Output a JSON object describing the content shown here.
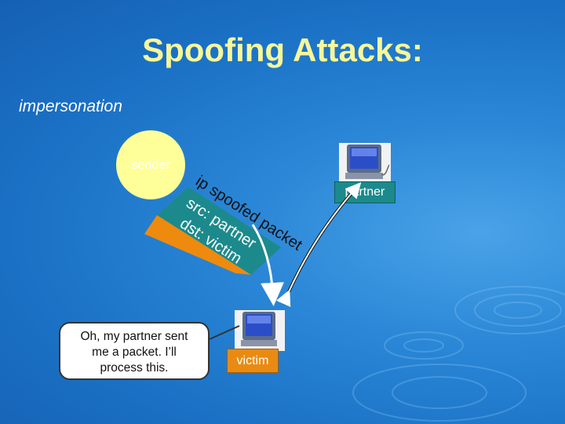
{
  "title": "Spoofing Attacks:",
  "subtitle": "impersonation",
  "sender_label": "sender",
  "packet": {
    "caption": "ip spoofed packet",
    "src_line": "src: partner",
    "dst_line": "dst: victim"
  },
  "partner_label": "partner",
  "victim_label": "victim",
  "callout_lines": [
    "Oh, my partner sent",
    "me a packet. I’ll",
    "process this."
  ],
  "colors": {
    "title": "#f7f79a",
    "sender": "#ffff9a",
    "partner": "#1c8a8c",
    "victim": "#e98b12",
    "packet_green": "#1c8a8c",
    "packet_orange": "#ee8a0e"
  },
  "icons": [
    "computer-icon",
    "arrow-icon"
  ]
}
